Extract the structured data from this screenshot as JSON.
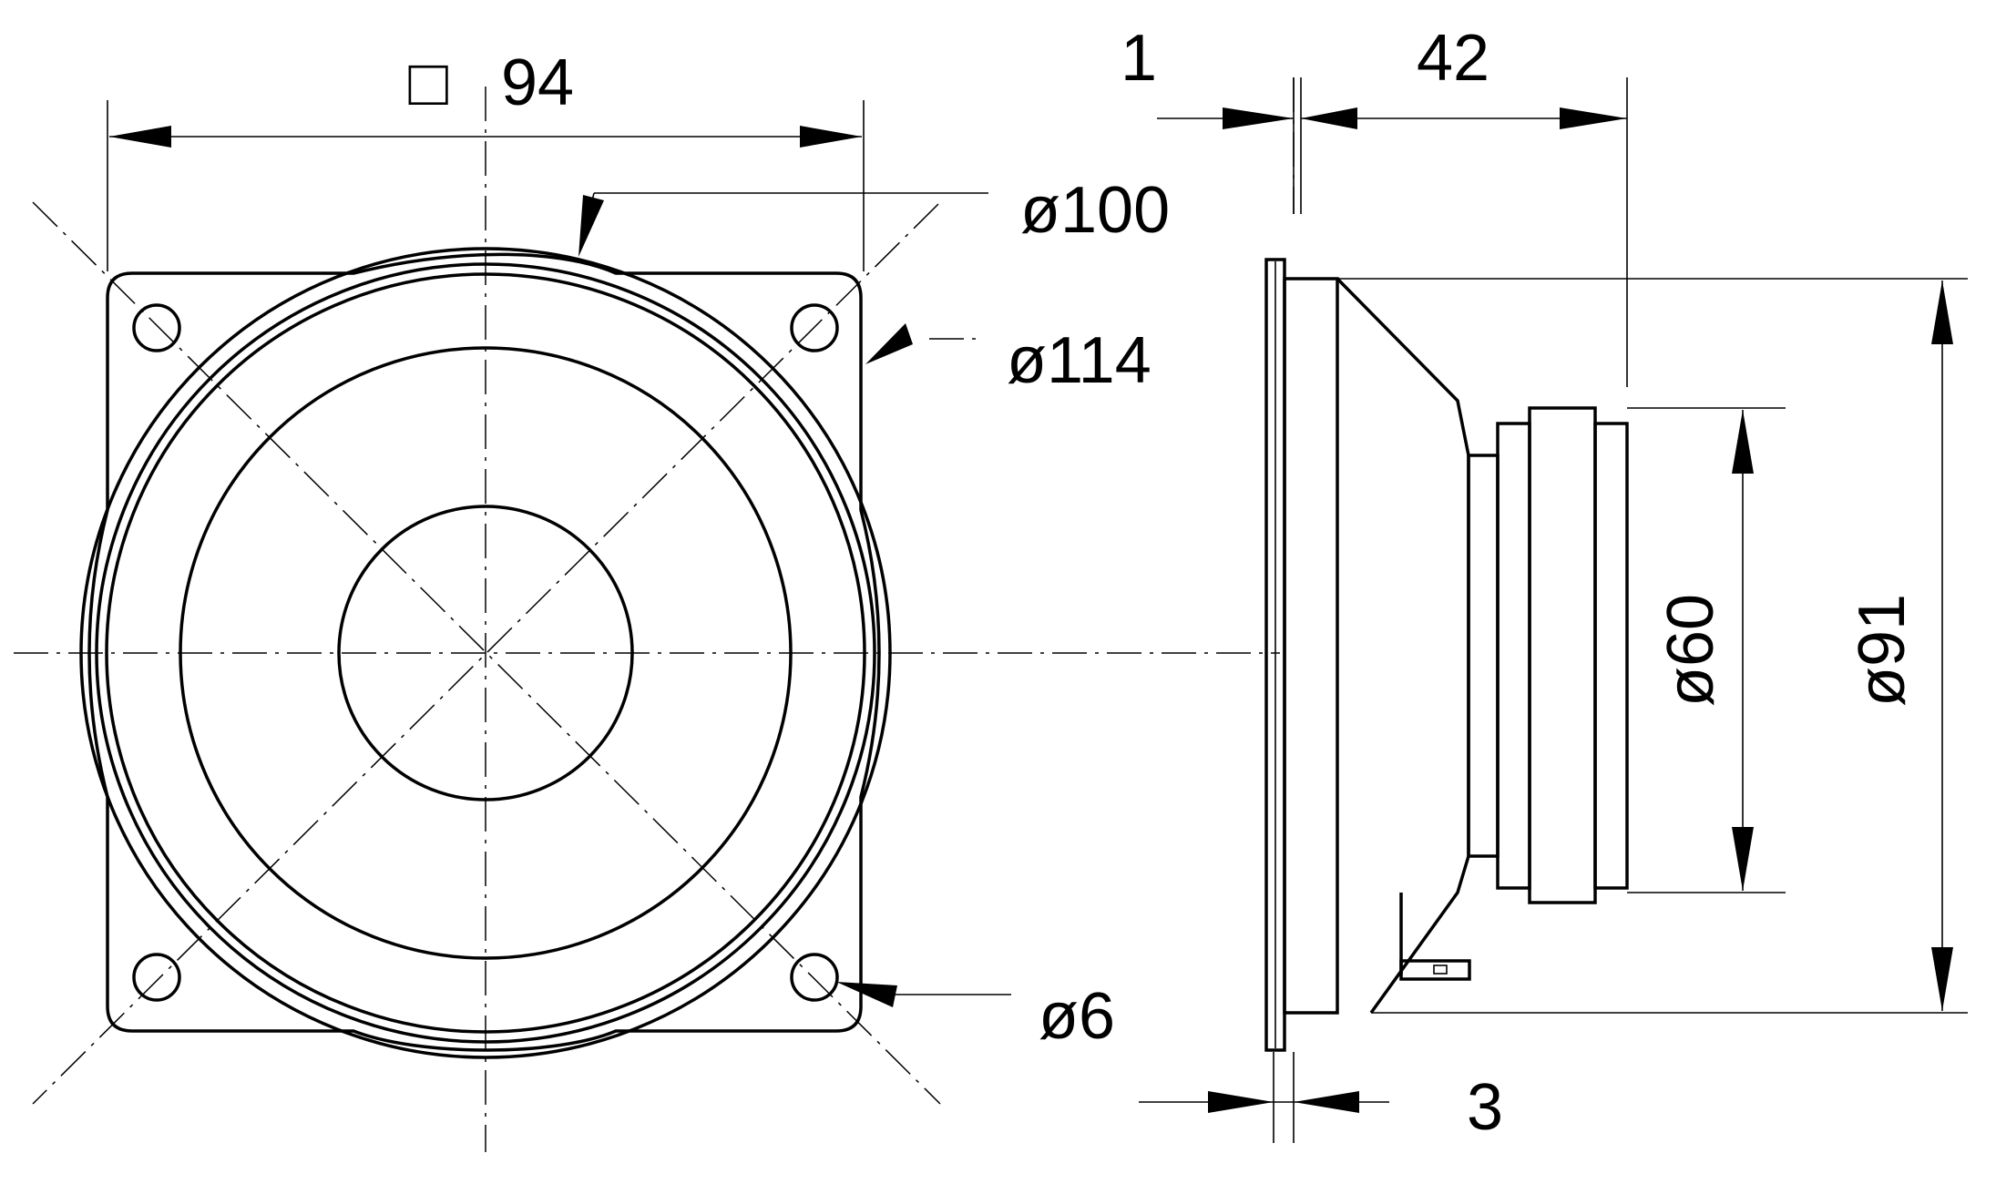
{
  "front_view": {
    "square_symbol": "□",
    "square_size": "94",
    "diameter_frame": "ø100",
    "diameter_outer": "ø114",
    "diameter_hole": "ø6"
  },
  "side_view": {
    "flange_thickness": "1",
    "depth": "42",
    "front_thickness": "3",
    "diameter_magnet": "ø60",
    "diameter_basket": "ø91"
  },
  "colors": {
    "line": "#000000",
    "background": "#ffffff"
  }
}
